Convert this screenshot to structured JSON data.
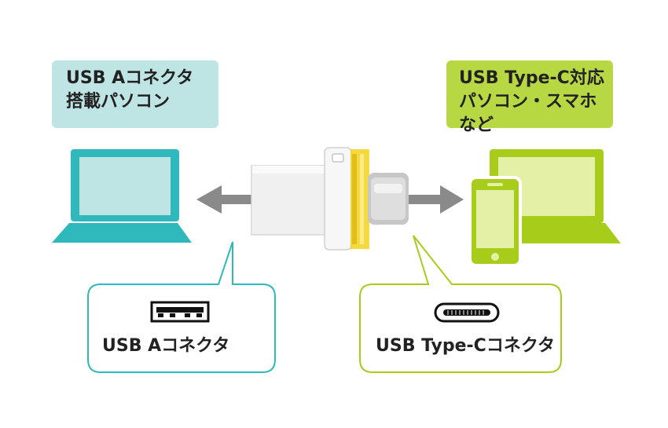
{
  "left_device": {
    "label_line1": "USB Aコネクタ",
    "label_line2": "搭載パソコン"
  },
  "right_device": {
    "label_line1": "USB Type-C対応",
    "label_line2": "パソコン・スマホなど"
  },
  "callouts": {
    "usb_a": "USB Aコネクタ",
    "usb_c": "USB Type-Cコネクタ"
  },
  "colors": {
    "teal": "#30b9bd",
    "teal_light": "#bfe4e4",
    "lime": "#a7cc1a",
    "lime_light": "#b8d843",
    "arrow_gray": "#8a8a8a",
    "adapter_yellow": "#f2d31c"
  }
}
